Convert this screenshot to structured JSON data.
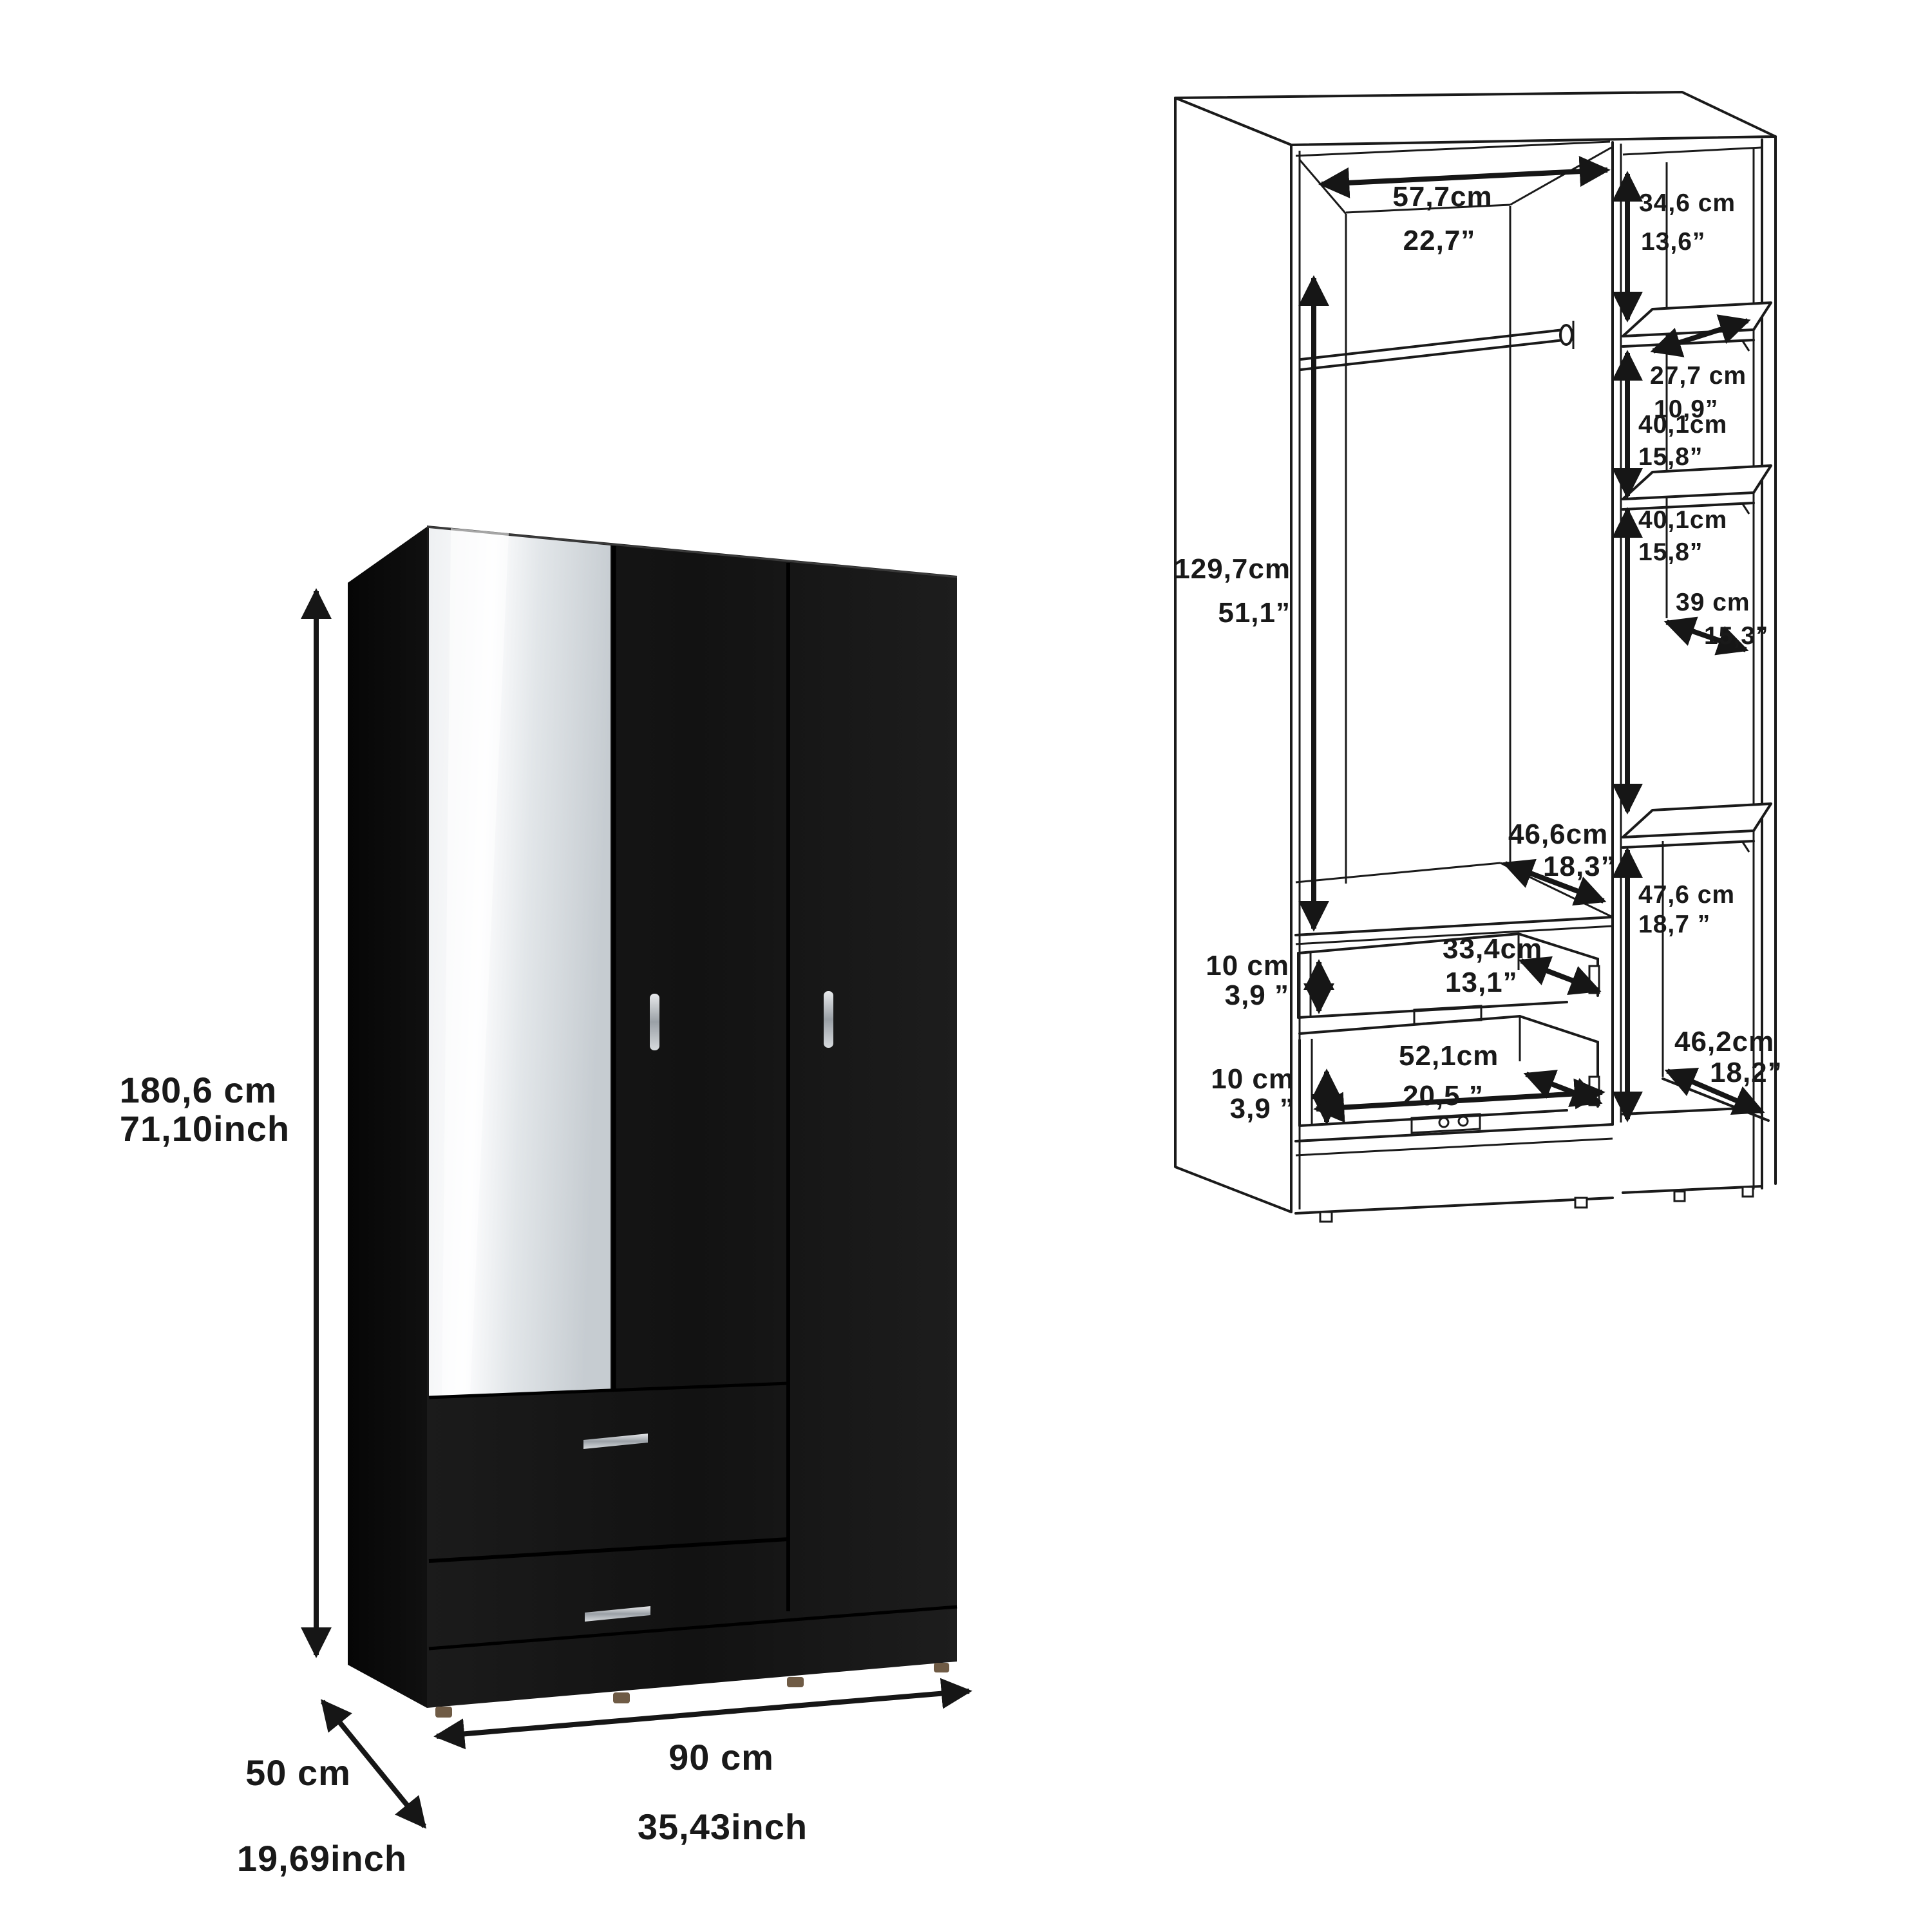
{
  "left_figure": {
    "height_cm": "180,6 cm",
    "height_inch": "71,10inch",
    "depth_cm": "50 cm",
    "depth_inch": "19,69inch",
    "width_cm": "90 cm",
    "width_inch": "35,43inch"
  },
  "right_figure": {
    "rod_width_cm": "57,7cm",
    "rod_width_inch": "22,7”",
    "upper_right_height_cm": "34,6 cm",
    "upper_right_height_inch": "13,6”",
    "shelf1_depth_cm": "27,7 cm",
    "shelf1_depth_inch": "10,9”",
    "left_interior_height_cm": "129,7cm",
    "left_interior_height_inch": "51,1”",
    "gap1_cm": "40,1cm",
    "gap1_inch": "15,8”",
    "gap2_cm": "40,1cm",
    "gap2_inch": "15,8”",
    "shelf3_width_cm": "39 cm",
    "shelf3_width_inch": "15,3”",
    "main_shelf_depth_cm": "46,6cm",
    "main_shelf_depth_inch": "18,3”",
    "lower_right_height_cm": "47,6 cm",
    "lower_right_height_inch": "18,7 ”",
    "drawer1_height_cm": "10 cm",
    "drawer1_height_inch": "3,9 ”",
    "drawer1_width_cm": "33,4cm",
    "drawer1_width_inch": "13,1”",
    "drawer2_height_cm": "10 cm",
    "drawer2_height_inch": "3,9 ”",
    "drawer2_width_cm": "52,1cm",
    "drawer2_width_inch": "20,5 ”",
    "floor_depth_cm": "46,2cm",
    "floor_depth_inch": "18,2”"
  },
  "colors": {
    "line": "#1a1a1a",
    "wardrobe_body": "#141414",
    "wardrobe_side": "#0b0b0b",
    "mirror": "#e9ecee",
    "handle": "#b9bdc2",
    "feet": "#6f5b45",
    "background": "#ffffff"
  }
}
